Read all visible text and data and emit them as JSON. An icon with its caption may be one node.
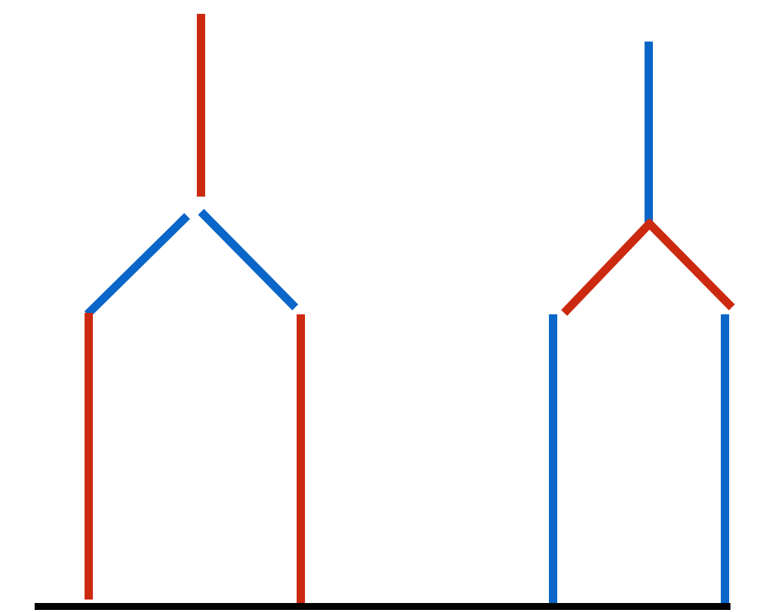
{
  "diagram": {
    "nodes": [
      {
        "text": [],
        "shape": "bar"
      },
      {
        "text": [],
        "shape": "bar"
      },
      {
        "text": [],
        "shape": "bar"
      },
      {
        "text": [],
        "shape": "bar"
      },
      {
        "text": [],
        "shape": "bar"
      },
      {
        "text": [],
        "shape": "bar"
      },
      {
        "text": [],
        "shape": "bar"
      },
      {
        "text": [],
        "shape": "bar"
      },
      {
        "text": [],
        "shape": "bar"
      },
      {
        "text": [],
        "shape": "bar"
      },
      {
        "text": [],
        "shape": "bar"
      }
    ]
  }
}
